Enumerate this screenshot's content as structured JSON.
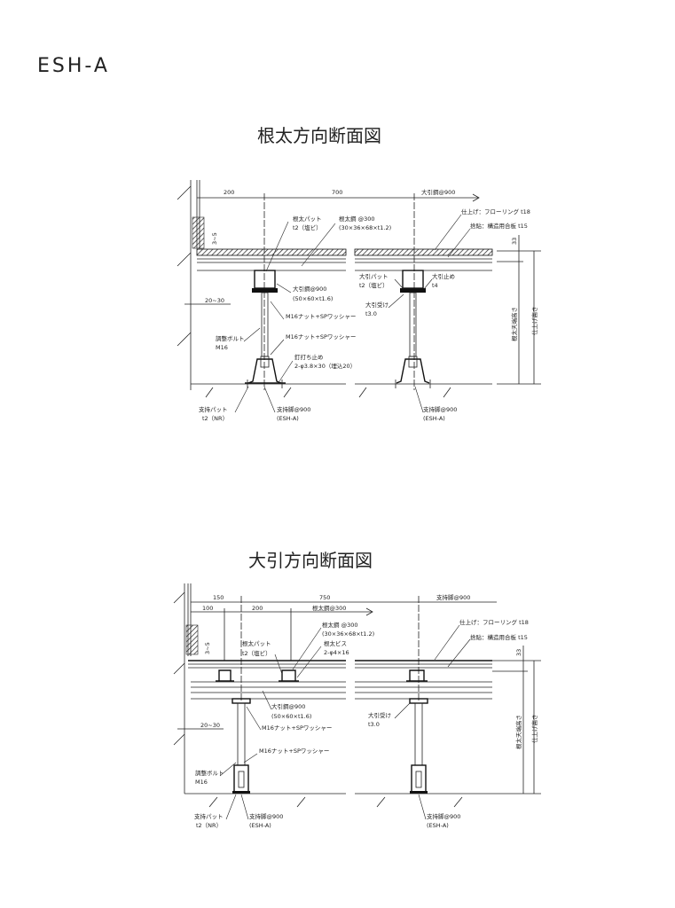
{
  "document_title": "ESH-A",
  "sections": [
    {
      "title": "根太方向断面図",
      "dimensions": {
        "d1": "200",
        "d2": "700",
        "span": "大引鋼@900",
        "gap": "3~5",
        "clearance": "20~30",
        "top": "33"
      },
      "labels": {
        "joist_pad": "根太パット",
        "joist_pad_spec": "t2（塩ビ）",
        "joist": "根太鋼 @300",
        "joist_spec": "(30×36×68×t1.2)",
        "beam": "大引鋼@900",
        "beam_spec": "(50×60×t1.6)",
        "nut_upper": "M16ナット+SPワッシャー",
        "bolt": "調整ボルト",
        "bolt_spec": "M16",
        "nut_lower": "M16ナット+SPワッシャー",
        "nail": "釘打ち止め",
        "nail_spec": "2-φ3.8×30（埋込20）",
        "support_pad": "支持パット",
        "support_pad_spec": "t2（NR）",
        "leg": "支持脚@900",
        "leg_spec": "(ESH-A)",
        "finish": "仕上げ：フローリング t18",
        "subfloor": "捨貼：構造用合板 t15",
        "beam_pad": "大引パット",
        "beam_pad_spec": "t2（塩ビ）",
        "beam_stop": "大引止め",
        "beam_stop_spec": "t4",
        "beam_holder": "大引受け",
        "beam_holder_spec": "t3.0",
        "leg2": "支持脚@900",
        "leg2_spec": "(ESH-A)",
        "joist_top_height": "根太天端高さ",
        "finish_height": "仕上げ高さ"
      }
    },
    {
      "title": "大引方向断面図",
      "dimensions": {
        "d1": "150",
        "d2": "750",
        "span": "支持脚@900",
        "d3": "100",
        "d4": "200",
        "span2": "根太鋼@300",
        "gap": "3~5",
        "clearance": "20~30",
        "top": "33"
      },
      "labels": {
        "joist": "根太鋼 @300",
        "joist_spec": "(30×36×68×t1.2)",
        "joist_pad": "根太パット",
        "joist_pad_spec": "t2（塩ビ）",
        "screw": "根太ビス",
        "screw_spec": "2-φ4×16",
        "beam": "大引鋼@900",
        "beam_spec": "(50×60×t1.6)",
        "nut_upper": "M16ナット+SPワッシャー",
        "nut_lower": "M16ナット+SPワッシャー",
        "bolt": "調整ボルト",
        "bolt_spec": "M16",
        "support_pad": "支持パット",
        "support_pad_spec": "t2（NR）",
        "leg": "支持脚@900",
        "leg_spec": "(ESH-A)",
        "beam_holder": "大引受け",
        "beam_holder_spec": "t3.0",
        "finish": "仕上げ：フローリング t18",
        "subfloor": "捨貼：構造用合板 t15",
        "leg2": "支持脚@900",
        "leg2_spec": "(ESH-A)",
        "joist_top_height": "根太天端高さ",
        "finish_height": "仕上げ高さ"
      }
    }
  ]
}
